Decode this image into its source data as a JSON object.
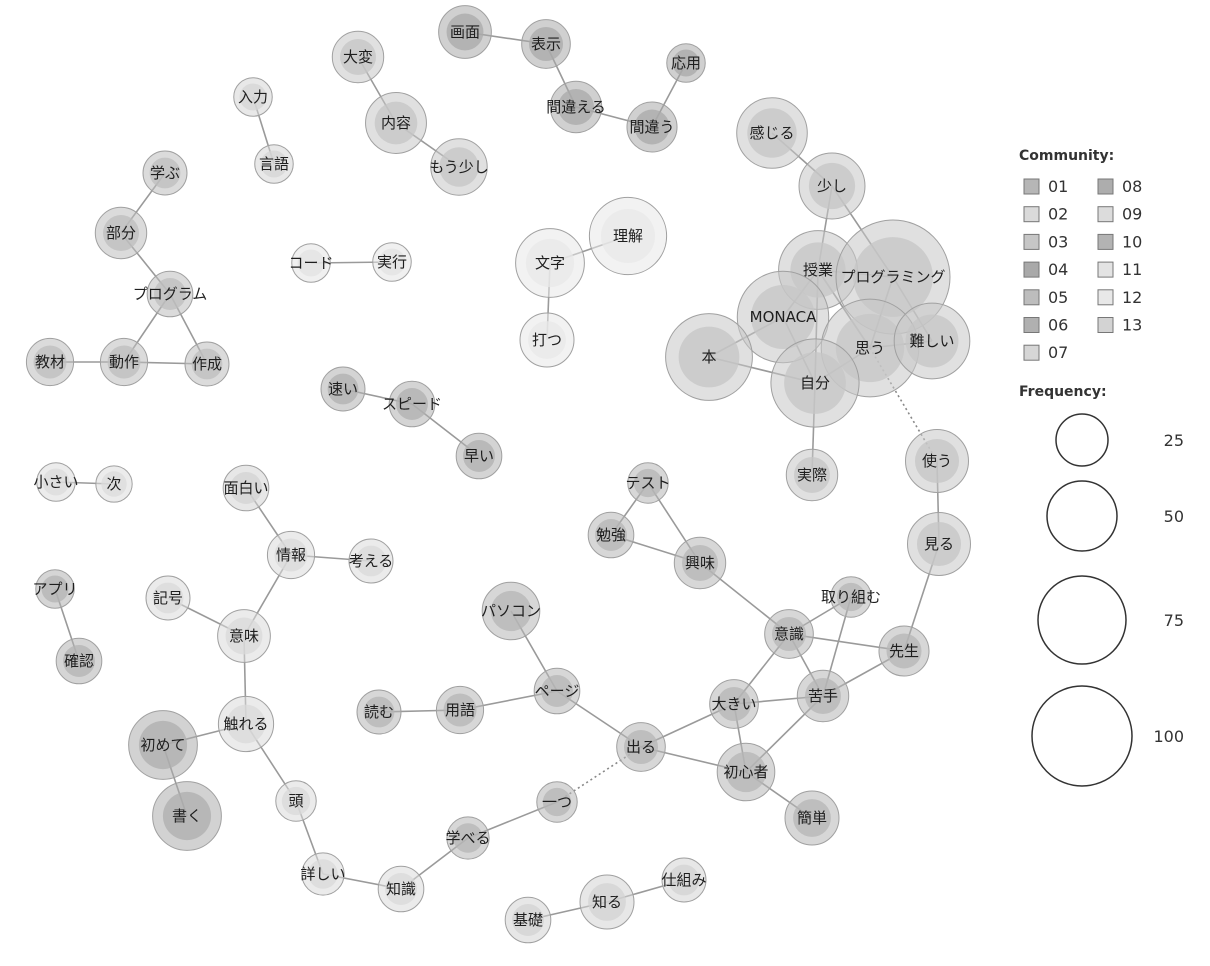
{
  "nodes": [
    {
      "id": "gamen",
      "label": "画面",
      "c": "04",
      "f": 15
    },
    {
      "id": "hyouji",
      "label": "表示",
      "c": "04",
      "f": 12
    },
    {
      "id": "machigaeru",
      "label": "間違える",
      "c": "04",
      "f": 14
    },
    {
      "id": "machigau",
      "label": "間違う",
      "c": "04",
      "f": 13
    },
    {
      "id": "ouyou",
      "label": "応用",
      "c": "04",
      "f": 6
    },
    {
      "id": "taihen",
      "label": "大変",
      "c": "03",
      "f": 14
    },
    {
      "id": "naiyou",
      "label": "内容",
      "c": "03",
      "f": 22
    },
    {
      "id": "mousukoshi",
      "label": "もう少し",
      "c": "03",
      "f": 18
    },
    {
      "id": "nyuuryoku",
      "label": "入力",
      "c": "07",
      "f": 6
    },
    {
      "id": "gengo",
      "label": "言語",
      "c": "07",
      "f": 6
    },
    {
      "id": "manabu",
      "label": "学ぶ",
      "c": "05",
      "f": 9
    },
    {
      "id": "bubun",
      "label": "部分",
      "c": "05",
      "f": 14
    },
    {
      "id": "program",
      "label": "プログラム",
      "c": "05",
      "f": 10
    },
    {
      "id": "kyouzai",
      "label": "教材",
      "c": "05",
      "f": 11
    },
    {
      "id": "dousa",
      "label": "動作",
      "c": "05",
      "f": 11
    },
    {
      "id": "sakusei",
      "label": "作成",
      "c": "05",
      "f": 9
    },
    {
      "id": "code",
      "label": "コード",
      "c": "11",
      "f": 6
    },
    {
      "id": "jikkou",
      "label": "実行",
      "c": "11",
      "f": 6
    },
    {
      "id": "moji",
      "label": "文字",
      "c": "12",
      "f": 30
    },
    {
      "id": "rikai",
      "label": "理解",
      "c": "12",
      "f": 40
    },
    {
      "id": "utsu",
      "label": "打つ",
      "c": "12",
      "f": 16
    },
    {
      "id": "kanjiru",
      "label": "感じる",
      "c": "03",
      "f": 32
    },
    {
      "id": "sukoshi",
      "label": "少し",
      "c": "03",
      "f": 27
    },
    {
      "id": "jugyou",
      "label": "授業",
      "c": "03",
      "f": 42
    },
    {
      "id": "programming",
      "label": "プログラミング",
      "c": "03",
      "f": 100
    },
    {
      "id": "monaca",
      "label": "MONACA",
      "c": "03",
      "f": 60
    },
    {
      "id": "omou",
      "label": "思う",
      "c": "03",
      "f": 70
    },
    {
      "id": "muzukashii",
      "label": "難しい",
      "c": "03",
      "f": 38
    },
    {
      "id": "hon",
      "label": "本",
      "c": "03",
      "f": 53
    },
    {
      "id": "jibun",
      "label": "自分",
      "c": "03",
      "f": 55
    },
    {
      "id": "jissai",
      "label": "実際",
      "c": "03",
      "f": 14
    },
    {
      "id": "hayai1",
      "label": "速い",
      "c": "06",
      "f": 9
    },
    {
      "id": "speed",
      "label": "スピード",
      "c": "06",
      "f": 10
    },
    {
      "id": "hayai2",
      "label": "早い",
      "c": "06",
      "f": 10
    },
    {
      "id": "chiisai",
      "label": "小さい",
      "c": "09",
      "f": 6
    },
    {
      "id": "tsugi",
      "label": "次",
      "c": "09",
      "f": 5
    },
    {
      "id": "omoshiroi",
      "label": "面白い",
      "c": "13",
      "f": 10
    },
    {
      "id": "jouhou",
      "label": "情報",
      "c": "02",
      "f": 11
    },
    {
      "id": "kangaeru",
      "label": "考える",
      "c": "02",
      "f": 9
    },
    {
      "id": "kigou",
      "label": "記号",
      "c": "02",
      "f": 9
    },
    {
      "id": "imi",
      "label": "意味",
      "c": "02",
      "f": 15
    },
    {
      "id": "apuri",
      "label": "アプリ",
      "c": "10",
      "f": 6
    },
    {
      "id": "kakunin",
      "label": "確認",
      "c": "10",
      "f": 10
    },
    {
      "id": "fureru",
      "label": "触れる",
      "c": "02",
      "f": 17
    },
    {
      "id": "hajimete",
      "label": "初めて",
      "c": "08",
      "f": 30
    },
    {
      "id": "kaku",
      "label": "書く",
      "c": "08",
      "f": 30
    },
    {
      "id": "atama",
      "label": "頭",
      "c": "02",
      "f": 7
    },
    {
      "id": "kuwashii",
      "label": "詳しい",
      "c": "02",
      "f": 8
    },
    {
      "id": "chishiki",
      "label": "知識",
      "c": "02",
      "f": 10
    },
    {
      "id": "manaberu",
      "label": "学べる",
      "c": "01",
      "f": 8
    },
    {
      "id": "hitotsu",
      "label": "一つ",
      "c": "01",
      "f": 7
    },
    {
      "id": "kiso",
      "label": "基礎",
      "c": "13",
      "f": 10
    },
    {
      "id": "shiru",
      "label": "知る",
      "c": "13",
      "f": 16
    },
    {
      "id": "shikumi",
      "label": "仕組み",
      "c": "13",
      "f": 9
    },
    {
      "id": "test",
      "label": "テスト",
      "c": "01",
      "f": 7
    },
    {
      "id": "benkyou",
      "label": "勉強",
      "c": "01",
      "f": 10
    },
    {
      "id": "kyoumi",
      "label": "興味",
      "c": "01",
      "f": 14
    },
    {
      "id": "pasocon",
      "label": "パソコン",
      "c": "01",
      "f": 19
    },
    {
      "id": "page",
      "label": "ページ",
      "c": "01",
      "f": 10
    },
    {
      "id": "yomu",
      "label": "読む",
      "c": "01",
      "f": 9
    },
    {
      "id": "yougo",
      "label": "用語",
      "c": "01",
      "f": 11
    },
    {
      "id": "deru",
      "label": "出る",
      "c": "01",
      "f": 12
    },
    {
      "id": "ishiki",
      "label": "意識",
      "c": "01",
      "f": 12
    },
    {
      "id": "torikumu",
      "label": "取り組む",
      "c": "01",
      "f": 7
    },
    {
      "id": "sensei",
      "label": "先生",
      "c": "01",
      "f": 13
    },
    {
      "id": "ookii",
      "label": "大きい",
      "c": "01",
      "f": 12
    },
    {
      "id": "nigate",
      "label": "苦手",
      "c": "01",
      "f": 14
    },
    {
      "id": "shoshinsha",
      "label": "初心者",
      "c": "01",
      "f": 19
    },
    {
      "id": "kantan",
      "label": "簡単",
      "c": "01",
      "f": 16
    },
    {
      "id": "tsukau",
      "label": "使う",
      "c": "03",
      "f": 24
    },
    {
      "id": "miru",
      "label": "見る",
      "c": "03",
      "f": 24
    }
  ],
  "edges": [
    [
      "gamen",
      "hyouji"
    ],
    [
      "hyouji",
      "machigaeru"
    ],
    [
      "machigaeru",
      "machigau"
    ],
    [
      "machigau",
      "ouyou"
    ],
    [
      "taihen",
      "naiyou"
    ],
    [
      "naiyou",
      "mousukoshi"
    ],
    [
      "nyuuryoku",
      "gengo"
    ],
    [
      "manabu",
      "bubun"
    ],
    [
      "bubun",
      "program"
    ],
    [
      "program",
      "dousa"
    ],
    [
      "program",
      "sakusei"
    ],
    [
      "kyouzai",
      "dousa"
    ],
    [
      "dousa",
      "sakusei"
    ],
    [
      "code",
      "jikkou"
    ],
    [
      "moji",
      "rikai"
    ],
    [
      "moji",
      "utsu"
    ],
    [
      "kanjiru",
      "sukoshi"
    ],
    [
      "sukoshi",
      "jugyou"
    ],
    [
      "sukoshi",
      "programming"
    ],
    [
      "jugyou",
      "programming"
    ],
    [
      "jugyou",
      "monaca"
    ],
    [
      "jugyou",
      "omou"
    ],
    [
      "jugyou",
      "jibun"
    ],
    [
      "programming",
      "omou"
    ],
    [
      "programming",
      "muzukashii"
    ],
    [
      "monaca",
      "hon"
    ],
    [
      "monaca",
      "jibun"
    ],
    [
      "hon",
      "jibun"
    ],
    [
      "omou",
      "jibun"
    ],
    [
      "omou",
      "muzukashii"
    ],
    [
      "jibun",
      "jissai"
    ],
    [
      "hayai1",
      "speed"
    ],
    [
      "speed",
      "hayai2"
    ],
    [
      "chiisai",
      "tsugi"
    ],
    [
      "omoshiroi",
      "jouhou"
    ],
    [
      "jouhou",
      "kangaeru"
    ],
    [
      "jouhou",
      "imi"
    ],
    [
      "kigou",
      "imi"
    ],
    [
      "imi",
      "fureru"
    ],
    [
      "apuri",
      "kakunin"
    ],
    [
      "fureru",
      "hajimete"
    ],
    [
      "hajimete",
      "kaku"
    ],
    [
      "fureru",
      "atama"
    ],
    [
      "atama",
      "kuwashii"
    ],
    [
      "kuwashii",
      "chishiki"
    ],
    [
      "chishiki",
      "manaberu"
    ],
    [
      "manaberu",
      "hitotsu"
    ],
    [
      "kiso",
      "shiru"
    ],
    [
      "shiru",
      "shikumi"
    ],
    [
      "test",
      "benkyou"
    ],
    [
      "test",
      "kyoumi"
    ],
    [
      "benkyou",
      "kyoumi"
    ],
    [
      "kyoumi",
      "ishiki"
    ],
    [
      "pasocon",
      "page"
    ],
    [
      "yomu",
      "yougo"
    ],
    [
      "yougo",
      "page"
    ],
    [
      "page",
      "deru"
    ],
    [
      "deru",
      "ookii"
    ],
    [
      "deru",
      "shoshinsha"
    ],
    [
      "ookii",
      "ishiki"
    ],
    [
      "ookii",
      "shoshinsha"
    ],
    [
      "ookii",
      "nigate"
    ],
    [
      "ishiki",
      "nigate"
    ],
    [
      "ishiki",
      "sensei"
    ],
    [
      "torikumu",
      "nigate"
    ],
    [
      "torikumu",
      "ishiki"
    ],
    [
      "nigate",
      "sensei"
    ],
    [
      "nigate",
      "shoshinsha"
    ],
    [
      "shoshinsha",
      "kantan"
    ],
    [
      "sensei",
      "miru"
    ],
    [
      "miru",
      "tsukau"
    ]
  ],
  "dotted_edges": [
    [
      "omou",
      "tsukau"
    ],
    [
      "hitotsu",
      "deru"
    ]
  ],
  "colors": {
    "01": "#b6b6b6",
    "02": "#dadada",
    "03": "#c6c6c6",
    "04": "#a9a9a9",
    "05": "#bdbdbd",
    "06": "#b0b0b0",
    "07": "#d6d6d6",
    "08": "#adadad",
    "09": "#dcdcdc",
    "10": "#b3b3b3",
    "11": "#e3e3e3",
    "12": "#e8e8e8",
    "13": "#d3d3d3"
  },
  "legend": {
    "community_title": "Community:",
    "communities": [
      "01",
      "02",
      "03",
      "04",
      "05",
      "06",
      "07",
      "08",
      "09",
      "10",
      "11",
      "12",
      "13"
    ],
    "frequency_title": "Frequency:",
    "frequencies": [
      25,
      50,
      75,
      100
    ]
  }
}
